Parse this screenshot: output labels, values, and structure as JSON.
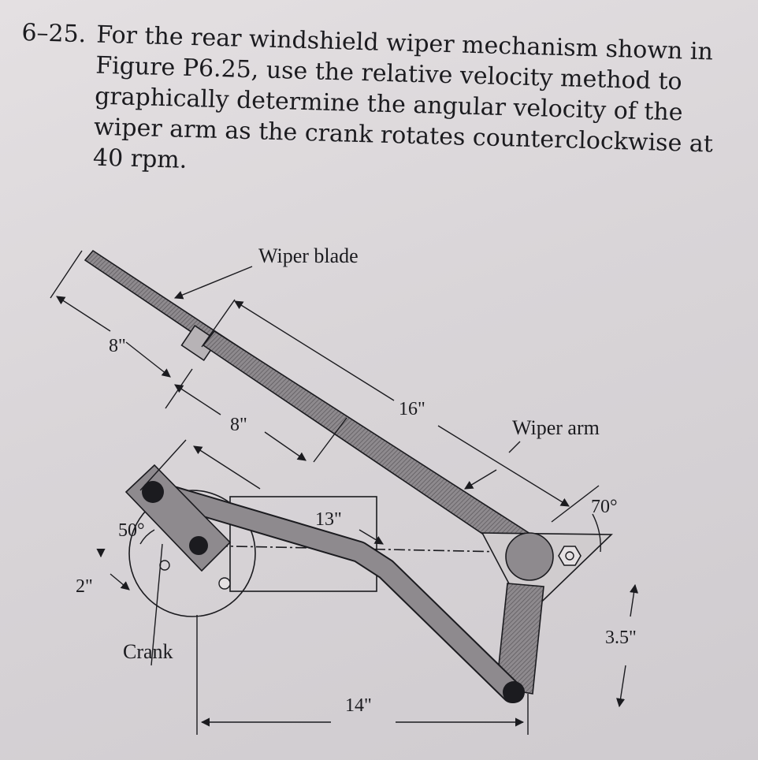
{
  "problem": {
    "number": "6–25.",
    "text": "For the rear windshield wiper mechanism shown in Figure P6.25, use the relative velocity method to graphically determine the angular velocity of the wiper arm as the crank rotates counterclockwise at 40 rpm."
  },
  "figure": {
    "labels": {
      "wiper_blade": "Wiper blade",
      "wiper_arm": "Wiper arm",
      "crank": "Crank"
    },
    "dimensions": {
      "blade_upper": "8\"",
      "blade_lower": "8\"",
      "arm_length": "16\"",
      "coupler": "13\"",
      "base_horizontal": "14\"",
      "vertical_offset_left": "2\"",
      "vertical_offset_right": "3.5\"",
      "crank_angle": "50°",
      "arm_angle": "70°"
    }
  }
}
